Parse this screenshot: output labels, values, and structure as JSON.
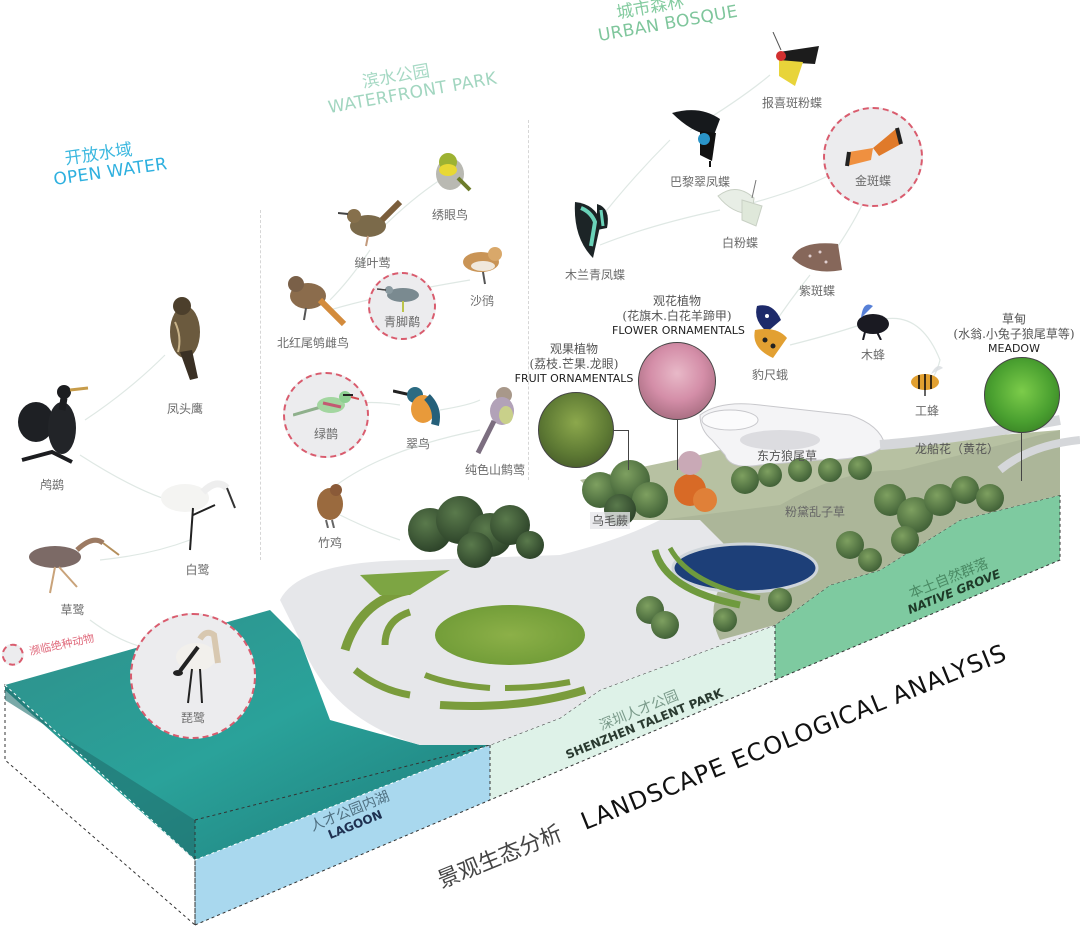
{
  "zones": {
    "open_water": {
      "cn": "开放水域",
      "en": "OPEN WATER",
      "color": "#2eb6e3"
    },
    "waterfront_park": {
      "cn": "滨水公园",
      "en": "WATERFRONT PARK",
      "color": "#9fd8bf"
    },
    "urban_bosque": {
      "cn": "城市森林",
      "en": "URBAN BOSQUE",
      "color": "#7fcb9f"
    }
  },
  "species": {
    "open_water": [
      {
        "name": "凤头鹰",
        "icon": "crested-goshawk"
      },
      {
        "name": "鸬鹚",
        "icon": "cormorant"
      },
      {
        "name": "白鹭",
        "icon": "egret"
      },
      {
        "name": "草鹭",
        "icon": "purple-heron"
      },
      {
        "name": "琵鹭",
        "icon": "spoonbill",
        "endangered": true
      }
    ],
    "waterfront_park": [
      {
        "name": "绣眼鸟",
        "icon": "white-eye"
      },
      {
        "name": "缝叶莺",
        "icon": "tailorbird"
      },
      {
        "name": "沙鸻",
        "icon": "sand-plover"
      },
      {
        "name": "北红尾鸲雌鸟",
        "icon": "daurian-redstart"
      },
      {
        "name": "青脚鹬",
        "icon": "greenshank",
        "endangered": true
      },
      {
        "name": "绿鹊",
        "icon": "green-magpie",
        "endangered": true
      },
      {
        "name": "翠鸟",
        "icon": "kingfisher"
      },
      {
        "name": "纯色山鹪莺",
        "icon": "plain-prinia"
      },
      {
        "name": "竹鸡",
        "icon": "bamboo-partridge"
      }
    ],
    "urban_bosque": [
      {
        "name": "报喜斑粉蝶",
        "icon": "jezebel-butterfly"
      },
      {
        "name": "巴黎翠凤蝶",
        "icon": "paris-peacock"
      },
      {
        "name": "金斑蝶",
        "icon": "plain-tiger",
        "endangered": true
      },
      {
        "name": "白粉蝶",
        "icon": "cabbage-white"
      },
      {
        "name": "木兰青凤蝶",
        "icon": "tailed-jay"
      },
      {
        "name": "紫斑蝶",
        "icon": "crow-butterfly"
      },
      {
        "name": "豹尺蛾",
        "icon": "leopard-moth"
      },
      {
        "name": "木蜂",
        "icon": "carpenter-bee"
      },
      {
        "name": "工蜂",
        "icon": "honey-bee"
      }
    ]
  },
  "legend": {
    "endangered_label": "濒临绝种动物",
    "color": "#d95c6e"
  },
  "plants": {
    "fruit": {
      "cn": "观果植物",
      "detail": "(荔枝.芒果.龙眼)",
      "en": "FRUIT ORNAMENTALS"
    },
    "flower": {
      "cn": "观花植物",
      "detail": "(花旗木.白花羊蹄甲)",
      "en": "FLOWER ORNAMENTALS"
    },
    "meadow": {
      "cn": "草甸",
      "detail": "(水翁.小兔子狼尾草等)",
      "en": "MEADOW"
    }
  },
  "map_labels": {
    "pennisetum_orientale": "东方狼尾草",
    "yellow_flower": "龙船花（黄花）",
    "pink_muhly": "粉黛乱子草",
    "cordyline": "乌毛蕨"
  },
  "sections": {
    "lagoon": {
      "cn": "人才公园内湖",
      "en": "LAGOON",
      "color": "#a9d8ee"
    },
    "talent_park": {
      "cn": "深圳人才公园",
      "en": "SHENZHEN TALENT PARK",
      "color": "#def2e8"
    },
    "native_grove": {
      "cn": "本土自然群落",
      "en": "NATIVE GROVE",
      "color": "#7ecaa0"
    }
  },
  "title": {
    "cn": "景观生态分析",
    "en": "LANDSCAPE ECOLOGICAL ANALYSIS"
  }
}
